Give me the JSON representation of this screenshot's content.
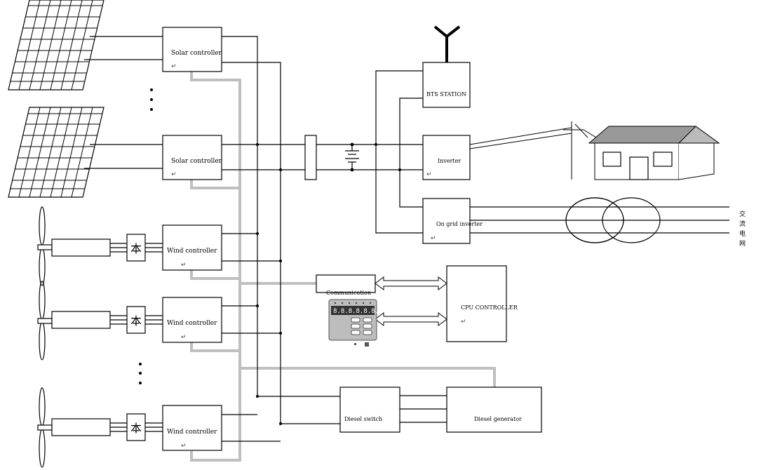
{
  "labels": {
    "solar_controller_1": "Solar controller",
    "solar_controller_2": "Solar controller",
    "wind_controller_1": "Wind controller",
    "wind_controller_2": "Wind controller",
    "wind_controller_3": "Wind controller",
    "bts_station": "BTS STATION",
    "inverter": "Inverter",
    "on_grid_inverter": "On grid inverter",
    "communication": "Communication",
    "cpu_controller": "CPU CONTROLLER",
    "diesel_switch": "Diesel switch",
    "diesel_generator": "Diesel generator",
    "grid_1": "交",
    "grid_2": "流",
    "grid_3": "电",
    "grid_4": "网",
    "return_mark": "↵",
    "rectifier_glyph": "本",
    "display_digits": "8.8.8.8.8.8."
  }
}
